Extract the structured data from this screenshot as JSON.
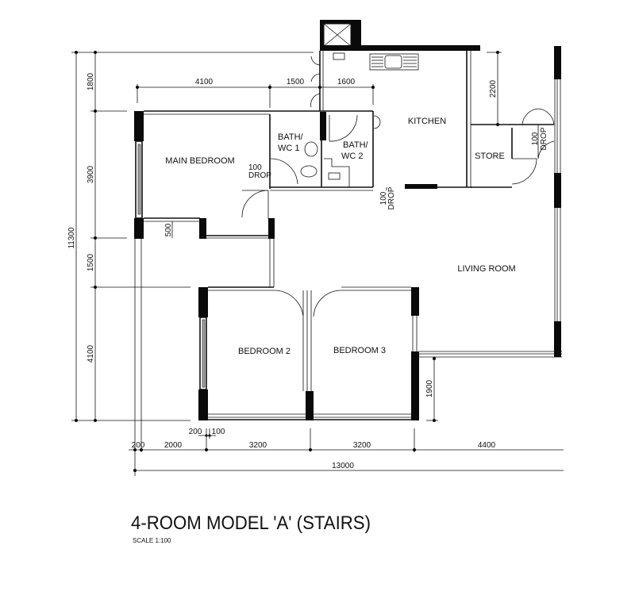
{
  "title": "4-ROOM MODEL 'A' (STAIRS)",
  "scale": "SCALE  1:100",
  "rooms": {
    "main_bedroom": "MAIN BEDROOM",
    "bath1_a": "BATH/",
    "bath1_b": "WC  1",
    "bath2_a": "BATH/",
    "bath2_b": "WC  2",
    "kitchen": "KITCHEN",
    "store": "STORE",
    "living": "LIVING ROOM",
    "bedroom2": "BEDROOM 2",
    "bedroom3": "BEDROOM 3"
  },
  "notes": {
    "drop_value": "100",
    "drop_label": "DROP"
  },
  "dimensions": {
    "left_total": "11300",
    "left": [
      "1800",
      "3900",
      "1500",
      "4100"
    ],
    "top": [
      "4100",
      "1500",
      "1600"
    ],
    "kitchen_right": "2200",
    "ledge": "500",
    "balcony": "1900",
    "bottom": [
      "200",
      "2000",
      "3200",
      "3200",
      "4400"
    ],
    "bottom_small": [
      "200",
      "100"
    ],
    "bottom_total": "13000"
  }
}
